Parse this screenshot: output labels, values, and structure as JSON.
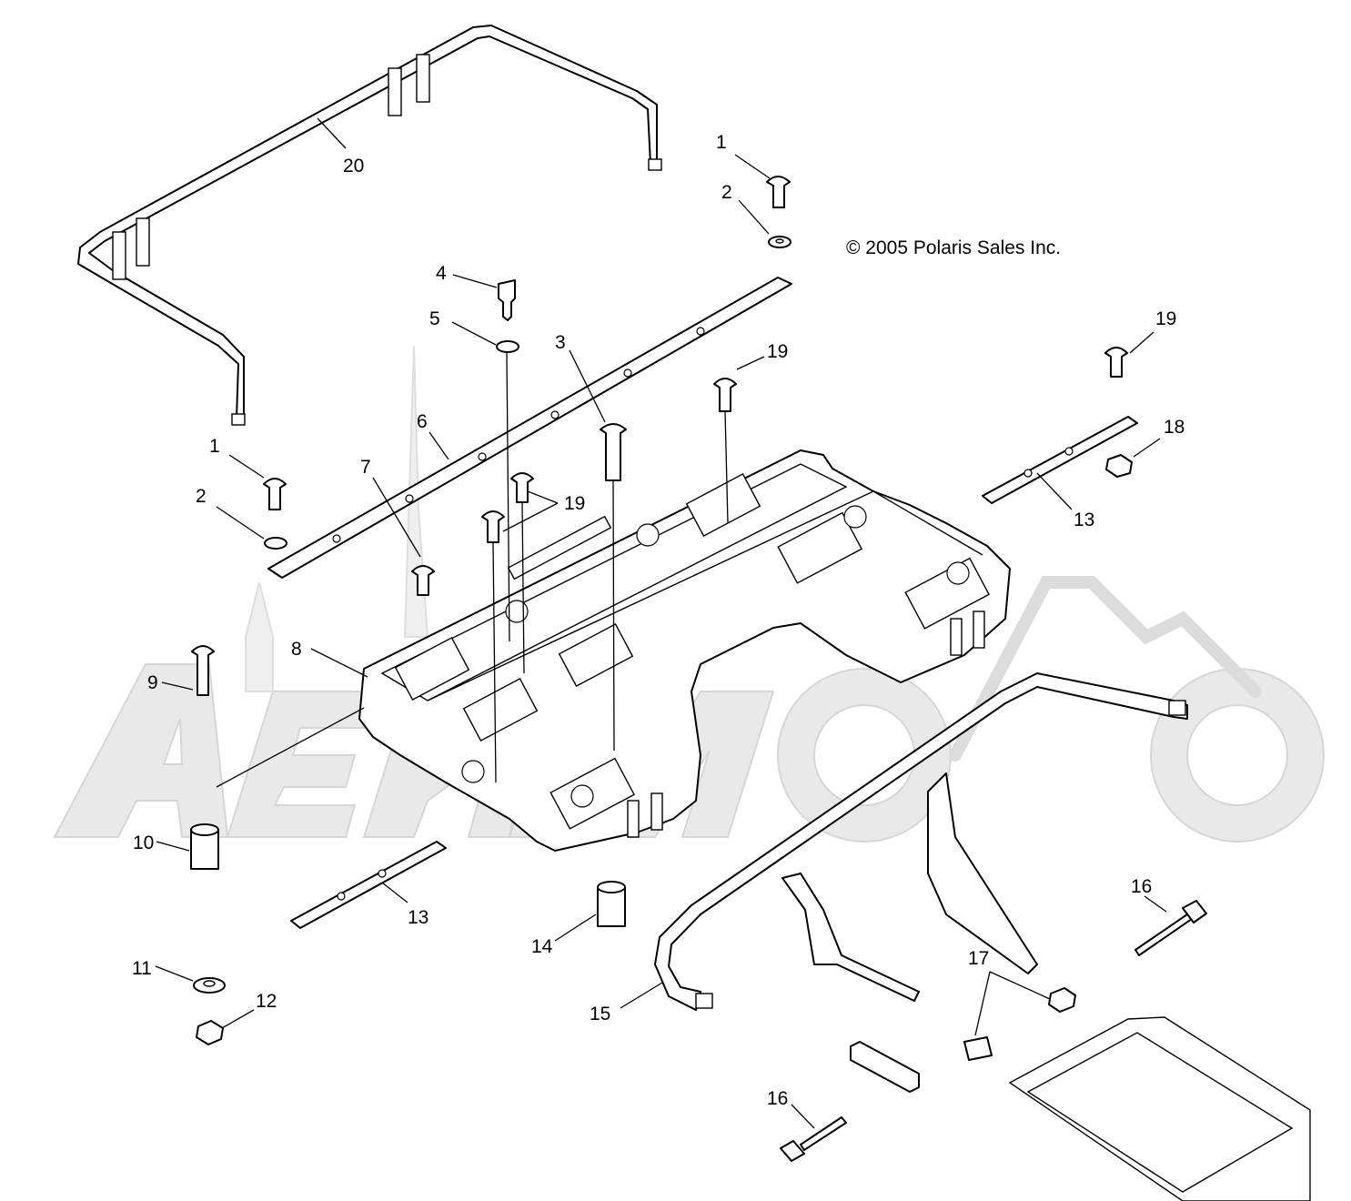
{
  "copyright": "© 2005 Polaris Sales Inc.",
  "watermark_text": "AeHMoto",
  "callouts": [
    {
      "id": "c1a",
      "label": "1"
    },
    {
      "id": "c2a",
      "label": "2"
    },
    {
      "id": "c20",
      "label": "20"
    },
    {
      "id": "c4",
      "label": "4"
    },
    {
      "id": "c5",
      "label": "5"
    },
    {
      "id": "c3",
      "label": "3"
    },
    {
      "id": "c19a",
      "label": "19"
    },
    {
      "id": "c19b",
      "label": "19"
    },
    {
      "id": "c18",
      "label": "18"
    },
    {
      "id": "c13a",
      "label": "13"
    },
    {
      "id": "c6",
      "label": "6"
    },
    {
      "id": "c1b",
      "label": "1"
    },
    {
      "id": "c2b",
      "label": "2"
    },
    {
      "id": "c7",
      "label": "7"
    },
    {
      "id": "c19c",
      "label": "19"
    },
    {
      "id": "c8",
      "label": "8"
    },
    {
      "id": "c9",
      "label": "9"
    },
    {
      "id": "c10",
      "label": "10"
    },
    {
      "id": "c13b",
      "label": "13"
    },
    {
      "id": "c14",
      "label": "14"
    },
    {
      "id": "c15",
      "label": "15"
    },
    {
      "id": "c16a",
      "label": "16"
    },
    {
      "id": "c17",
      "label": "17"
    },
    {
      "id": "c11",
      "label": "11"
    },
    {
      "id": "c12",
      "label": "12"
    },
    {
      "id": "c16b",
      "label": "16"
    }
  ]
}
